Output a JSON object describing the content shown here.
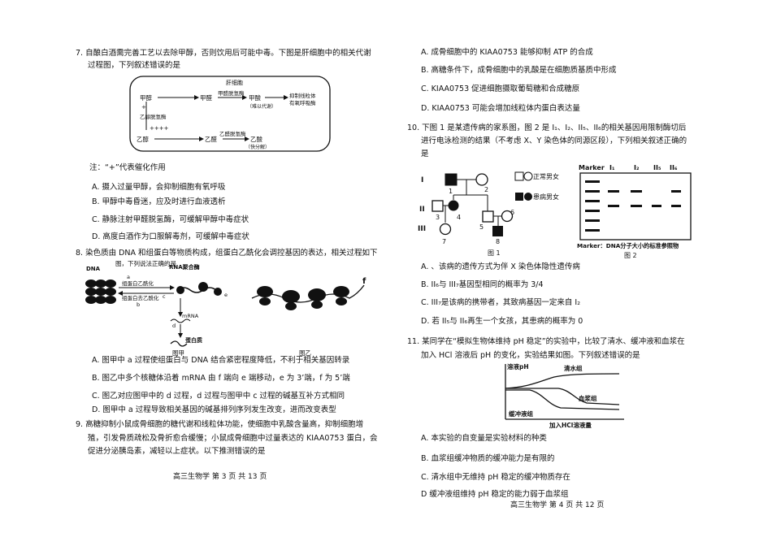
{
  "left": {
    "q7": {
      "line1": "7.  自酿白酒需完善工艺以去除甲醇，否则饮用后可能中毒。下图是肝细胞中的相关代谢",
      "line2": "过程图，下列叙述错误的是",
      "figure": {
        "title": "肝细胞",
        "methanol": "甲醇",
        "formaldehyde": "甲醛",
        "enzyme_fdh": "甲醛脱氢酶",
        "formic_acid": "甲酸",
        "formic_note": "（难以代谢）",
        "inhibit1": "抑制线粒体",
        "inhibit2": "有氧呼吸酶",
        "adh_enzyme": "乙醇脱氢酶",
        "plus": "+",
        "plus4": "++++",
        "ethanol": "乙醇",
        "acetaldehyde": "乙醛",
        "aldh_enzyme": "乙醛脱氢酶",
        "acetic_acid": "乙酸",
        "acetic_note": "（快分解）"
      },
      "note": "注：“+”代表催化作用",
      "options": [
        "A.  摄入过量甲醇，会抑制细胞有氧呼吸",
        "B.  甲醇中毒昏迷，应及时进行血液透析",
        "C.  静脉注射甲醛脱氢酶，可缓解甲醇中毒症状",
        "D.  高度白酒作为口服解毒剂，可缓解中毒症状"
      ]
    },
    "q8": {
      "line1": "8.  染色质由 DNA 和组蛋白等物质构成，组蛋白乙酰化会调控基因的表达，相关过程如下",
      "line2": "图，下列说法正确的是",
      "figure": {
        "dna": "DNA",
        "rna_pol": "RNA聚合酶",
        "acetylation": "组蛋白乙酰化",
        "deacetylation": "组蛋白去乙酰化",
        "a": "a",
        "b": "b",
        "c": "c",
        "d": "d",
        "e": "e",
        "f": "f",
        "mrna": "mRNA",
        "protein": "蛋白质",
        "fig_a": "图甲",
        "fig_b": "图乙"
      },
      "options": [
        "A.  图甲中 a 过程使组蛋白与 DNA 结合紧密程度降低，不利于相关基因转录",
        "B.  图乙中多个核糖体沿着 mRNA 由 f 端向 e 端移动，e 为 3’端，f 为 5’端",
        "C.  图乙对应图甲中的 d 过程，d 过程与图甲中 c 过程的碱基互补方式相同",
        "D.  图甲中 a 过程导致相关基因的碱基排列序列发生改变，进而改变表型"
      ]
    },
    "q9": {
      "line1": "9.  高糖抑制小鼠成骨细胞的糖代谢和线粒体功能，使细胞中乳酸含量高，抑制细胞增",
      "line2": "殖，引发骨质疏松及骨折愈合缓慢；小鼠成骨细胞中过量表达的 KIAA0753 蛋白，会",
      "line3": "促进分泌胰岛素，减轻以上症状。以下推测错误的是"
    },
    "footer": "高三生物学  第 3 页  共 13 页"
  },
  "right": {
    "q9_options": [
      "A.  成骨细胞中的 KIAA0753 能够抑制 ATP 的合成",
      "B.  高糖条件下，成骨细胞中的乳酸是在细胞质基质中形成",
      "C.  KIAA0753 促进细胞摄取葡萄糖和合成糖原",
      "D.  KIAA0753 可能会增加线粒体内蛋白表达量"
    ],
    "q10": {
      "line1": "10.  下图 1 是某遗传病的家系图，图 2 是 I₁、I₂、II₅、II₆的相关基因用限制酶切后",
      "line2": "进行电泳检测的结果（不考虑 X、Y 染色体的同源区段），下列相关叙述正确的",
      "line3": "是",
      "figure1": {
        "gen1": "I",
        "gen2": "II",
        "gen3": "III",
        "n1": "1",
        "n2": "2",
        "n3": "3",
        "n4": "4",
        "n5": "5",
        "n6": "6",
        "n7": "7",
        "n8": "8",
        "legend_normal": "正常男女",
        "legend_affected": "患病男女",
        "caption": "图 1"
      },
      "figure2": {
        "marker": "Marker",
        "l1": "I₁",
        "l2": "I₂",
        "l3": "II₅",
        "l4": "II₆",
        "note": "Marker：DNA分子大小的标准参照物",
        "caption": "图 2"
      },
      "options": [
        "A. 、该病的遗传方式为伴 X 染色体隐性遗传病",
        "B.  II₆与 III₇基因型相同的概率为 3/4",
        "C.  III₇是该病的携带者，其致病基因一定来自 I₂",
        "D.  若 II₅与 II₆再生一个女孩，其患病的概率为 0"
      ]
    },
    "q11": {
      "line1": "11.  某同学在“模拟生物体维持 pH 稳定”的实验中，比较了清水、缓冲液和血浆在",
      "line2": "加入 HCl 溶液后 pH 的变化，实验结果如图。下列叙述错误的是",
      "figure": {
        "ylabel": "溶液pH",
        "water": "清水组",
        "plasma": "血浆组",
        "buffer": "缓冲液组",
        "xlabel": "加入HCl溶液量"
      },
      "options": [
        "A.  本实验的自变量是实验材料的种类",
        "B.  血浆组缓冲物质的缓冲能力是有限的",
        "C.  清水组中无维持 pH 稳定的缓冲物质存在",
        "D  缓冲液组维持 pH 稳定的能力弱于血浆组"
      ]
    },
    "footer": "高三生物学  第 4 页  共 12 页"
  }
}
